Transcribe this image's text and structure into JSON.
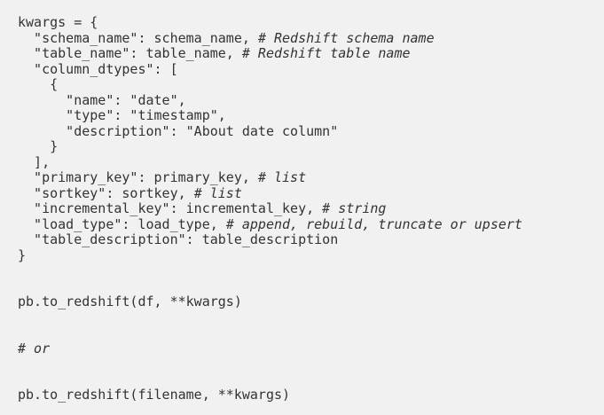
{
  "page": {
    "background_color": "#f1f1f1"
  },
  "code_block": {
    "language": "python",
    "text_color": "#333333",
    "comment_color": "#333333",
    "comment_style": "italic",
    "lines": [
      {
        "segments": [
          {
            "t": "kwargs = {",
            "s": "code"
          }
        ]
      },
      {
        "segments": [
          {
            "t": "  \"schema_name\": schema_name, ",
            "s": "code"
          },
          {
            "t": "# Redshift schema name",
            "s": "comment"
          }
        ]
      },
      {
        "segments": [
          {
            "t": "  \"table_name\": table_name, ",
            "s": "code"
          },
          {
            "t": "# Redshift table name",
            "s": "comment"
          }
        ]
      },
      {
        "segments": [
          {
            "t": "  \"column_dtypes\": [",
            "s": "code"
          }
        ]
      },
      {
        "segments": [
          {
            "t": "    {",
            "s": "code"
          }
        ]
      },
      {
        "segments": [
          {
            "t": "      \"name\": \"date\",",
            "s": "code"
          }
        ]
      },
      {
        "segments": [
          {
            "t": "      \"type\": \"timestamp\",",
            "s": "code"
          }
        ]
      },
      {
        "segments": [
          {
            "t": "      \"description\": \"About date column\"",
            "s": "code"
          }
        ]
      },
      {
        "segments": [
          {
            "t": "    }",
            "s": "code"
          }
        ]
      },
      {
        "segments": [
          {
            "t": "  ],",
            "s": "code"
          }
        ]
      },
      {
        "segments": [
          {
            "t": "  \"primary_key\": primary_key, ",
            "s": "code"
          },
          {
            "t": "# list",
            "s": "comment"
          }
        ]
      },
      {
        "segments": [
          {
            "t": "  \"sortkey\": sortkey, ",
            "s": "code"
          },
          {
            "t": "# list",
            "s": "comment"
          }
        ]
      },
      {
        "segments": [
          {
            "t": "  \"incremental_key\": incremental_key, ",
            "s": "code"
          },
          {
            "t": "# string",
            "s": "comment"
          }
        ]
      },
      {
        "segments": [
          {
            "t": "  \"load_type\": load_type, ",
            "s": "code"
          },
          {
            "t": "# append, rebuild, truncate or upsert",
            "s": "comment"
          }
        ]
      },
      {
        "segments": [
          {
            "t": "  \"table_description\": table_description",
            "s": "code"
          }
        ]
      },
      {
        "segments": [
          {
            "t": "}",
            "s": "code"
          }
        ]
      },
      {
        "segments": []
      },
      {
        "segments": []
      },
      {
        "segments": [
          {
            "t": "pb.to_redshift(df, **kwargs)",
            "s": "code"
          }
        ]
      },
      {
        "segments": []
      },
      {
        "segments": []
      },
      {
        "segments": [
          {
            "t": "# or",
            "s": "comment"
          }
        ]
      },
      {
        "segments": []
      },
      {
        "segments": []
      },
      {
        "segments": [
          {
            "t": "pb.to_redshift(filename, **kwargs)",
            "s": "code"
          }
        ]
      }
    ]
  }
}
